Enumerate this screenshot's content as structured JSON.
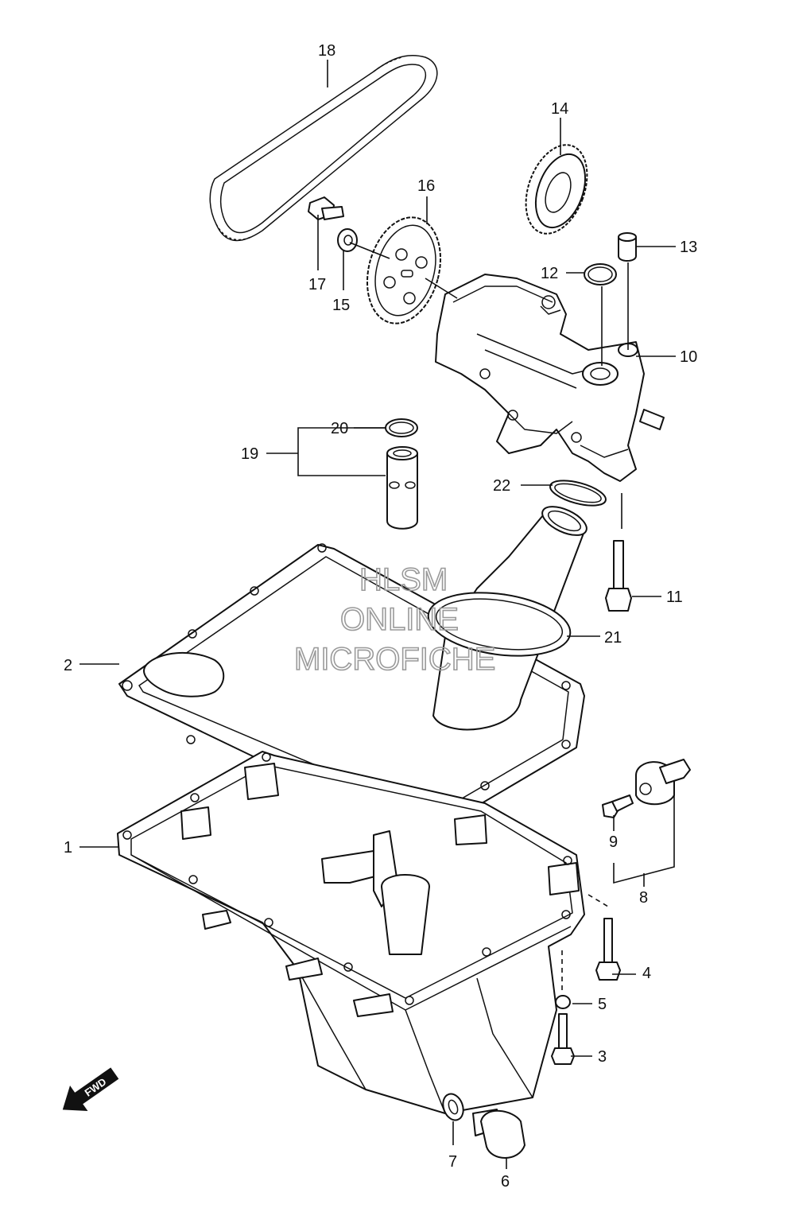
{
  "watermark": {
    "line1": "HLSM",
    "line2": "ONLINE",
    "line3": "MICROFICHE"
  },
  "direction_arrow": {
    "label": "FWD"
  },
  "callouts": [
    {
      "id": "c1",
      "label": "1"
    },
    {
      "id": "c2",
      "label": "2"
    },
    {
      "id": "c3",
      "label": "3"
    },
    {
      "id": "c4",
      "label": "4"
    },
    {
      "id": "c5",
      "label": "5"
    },
    {
      "id": "c6",
      "label": "6"
    },
    {
      "id": "c7",
      "label": "7"
    },
    {
      "id": "c8",
      "label": "8"
    },
    {
      "id": "c9",
      "label": "9"
    },
    {
      "id": "c10",
      "label": "10"
    },
    {
      "id": "c11",
      "label": "11"
    },
    {
      "id": "c12",
      "label": "12"
    },
    {
      "id": "c13",
      "label": "13"
    },
    {
      "id": "c14",
      "label": "14"
    },
    {
      "id": "c15",
      "label": "15"
    },
    {
      "id": "c16",
      "label": "16"
    },
    {
      "id": "c17",
      "label": "17"
    },
    {
      "id": "c18",
      "label": "18"
    },
    {
      "id": "c19",
      "label": "19"
    },
    {
      "id": "c20",
      "label": "20"
    },
    {
      "id": "c21",
      "label": "21"
    },
    {
      "id": "c22",
      "label": "22"
    }
  ]
}
